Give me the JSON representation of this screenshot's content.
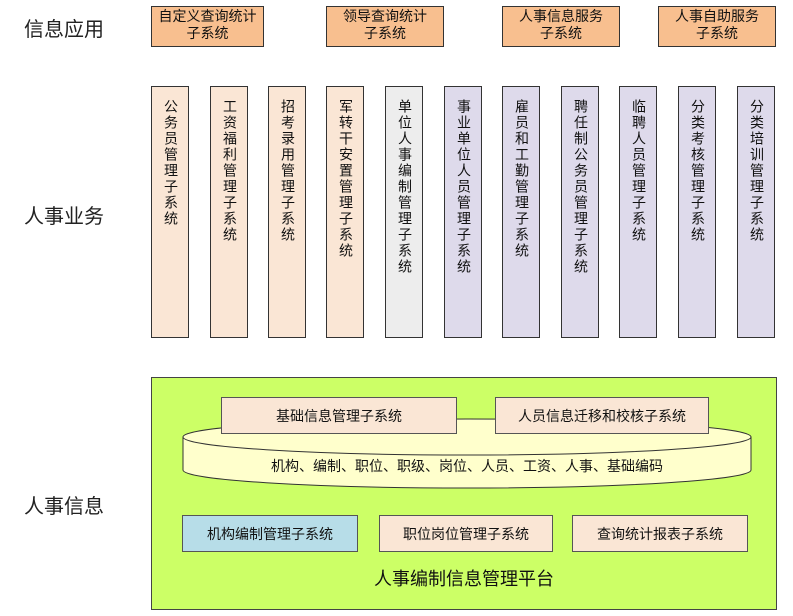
{
  "layers": {
    "info_app": "信息应用",
    "business": "人事业务",
    "info": "人事信息"
  },
  "info_app_boxes": [
    {
      "line1": "自定义查询统计",
      "line2": "子系统"
    },
    {
      "line1": "领导查询统计",
      "line2": "子系统"
    },
    {
      "line1": "人事信息服务",
      "line2": "子系统"
    },
    {
      "line1": "人事自助服务",
      "line2": "子系统"
    }
  ],
  "business_columns": [
    {
      "text": "公务员管理子系统",
      "color": "peach"
    },
    {
      "text": "工资福利管理子系统",
      "color": "peach"
    },
    {
      "text": "招考录用管理子系统",
      "color": "peach"
    },
    {
      "text": "军转干安置管理子系统",
      "color": "peach"
    },
    {
      "text": "单位人事编制管理子系统",
      "color": "grey"
    },
    {
      "text": "事业单位人员管理子系统",
      "color": "lavender"
    },
    {
      "text": "雇员和工勤管理子系统",
      "color": "lavender"
    },
    {
      "text": "聘任制公务员管理子系统",
      "color": "lavender"
    },
    {
      "text": "临聘人员管理子系统",
      "color": "lavender"
    },
    {
      "text": "分类考核管理子系统",
      "color": "lavender"
    },
    {
      "text": "分类培训管理子系统",
      "color": "lavender"
    }
  ],
  "platform": {
    "title": "人事编制信息管理平台",
    "basic_info": "基础信息管理子系统",
    "migration": "人员信息迁移和校核子系统",
    "database_text": "机构、编制、职位、职级、岗位、人员、工资、人事、基础编码",
    "org_staffing": "机构编制管理子系统",
    "position": "职位岗位管理子系统",
    "query_report": "查询统计报表子系统"
  },
  "colors": {
    "orange": "#f8bf8f",
    "peach": "#fae6d5",
    "grey": "#ededed",
    "lavender": "#dedaeb",
    "platform_green": "#ccff66",
    "cylinder_yellow": "#ffffcc",
    "blue_box": "#b7dde8"
  }
}
